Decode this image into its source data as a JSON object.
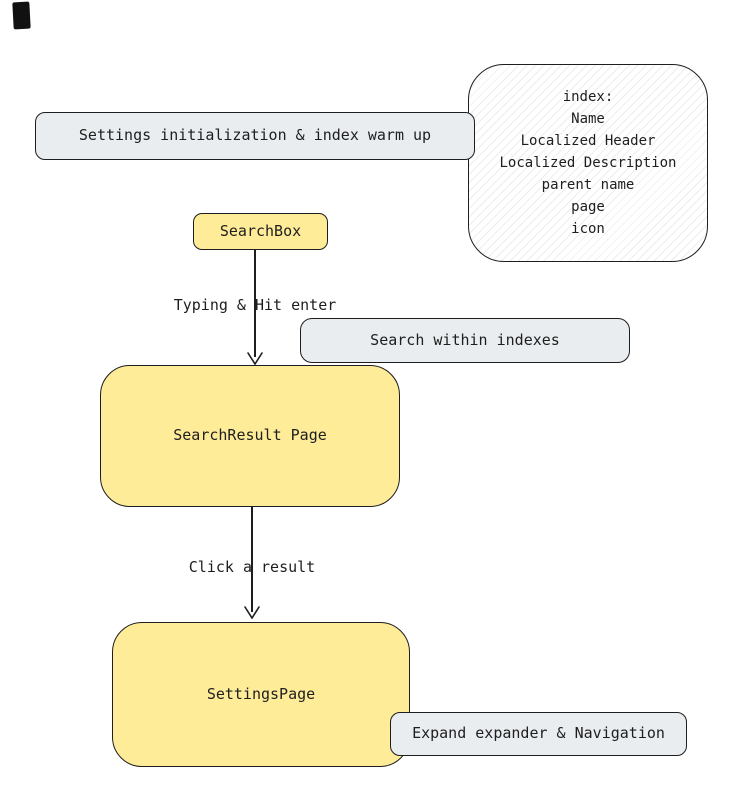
{
  "nodes": {
    "init": {
      "label": "Settings initialization & index warm up"
    },
    "index_note": {
      "lines": [
        "index:",
        "Name",
        "Localized Header",
        "Localized Description",
        "parent name",
        "page",
        "icon"
      ]
    },
    "searchbox": {
      "label": "SearchBox"
    },
    "search_within": {
      "label": "Search within indexes"
    },
    "search_result": {
      "label": "SearchResult Page"
    },
    "settings_page": {
      "label": "SettingsPage"
    },
    "expand_nav": {
      "label": "Expand expander & Navigation"
    }
  },
  "edges": {
    "typing": {
      "label": "Typing & Hit enter"
    },
    "click": {
      "label": "Click a result"
    }
  },
  "colors": {
    "node_gray": "#e9edf0",
    "node_yellow": "#ffec99",
    "stroke": "#1e1e1e",
    "canvas_bg": "#ffffff"
  }
}
